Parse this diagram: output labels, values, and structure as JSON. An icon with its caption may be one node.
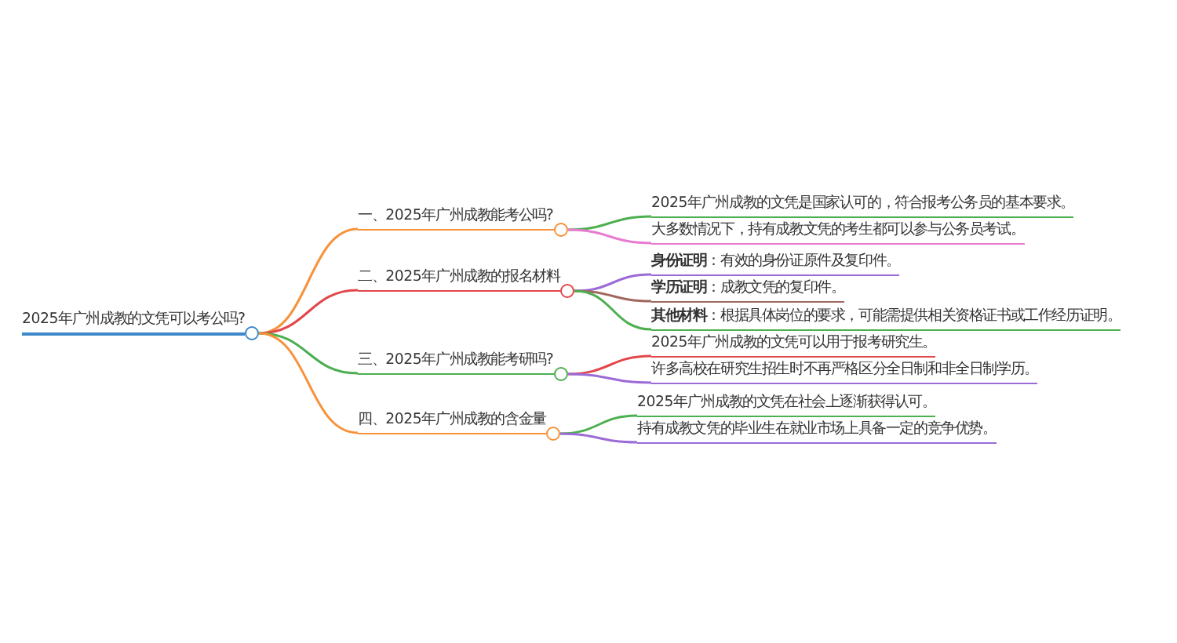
{
  "diagram": {
    "nodes": [
      {
        "text": [
          "2025年广州成教的文凭可以考公吗?"
        ]
      },
      {
        "text": [
          "一、2025年广州成教能考公吗?"
        ]
      },
      {
        "text": [
          "二、2025年广州成教的报名材料"
        ]
      },
      {
        "text": [
          "三、2025年广州成教能考研吗?"
        ]
      },
      {
        "text": [
          "四、2025年广州成教的含金量"
        ]
      },
      {
        "text": [
          "2025年广州成教的文凭是国家认可的，符合报考公务员的基本要求。"
        ]
      },
      {
        "text": [
          "大多数情况下，持有成教文凭的考生都可以参与公务员考试。"
        ]
      },
      {
        "text": [
          "**身份证明**：有效的身份证原件及复印件。"
        ]
      },
      {
        "text": [
          "**学历证明**：成教文凭的复印件。"
        ]
      },
      {
        "text": [
          "**其他材料**：根据具体岗位的要求，可能需提供相关资格证书或工作经历证明。"
        ]
      },
      {
        "text": [
          "2025年广州成教的文凭可以用于报考研究生。"
        ]
      },
      {
        "text": [
          "许多高校在研究生招生时不再严格区分全日制和非全日制学历。"
        ]
      },
      {
        "text": [
          "2025年广州成教的文凭在社会上逐渐获得认可。"
        ]
      },
      {
        "text": [
          "持有成教文凭的毕业生在就业市场上具备一定的竞争优势。"
        ]
      }
    ],
    "edges": [
      {
        "from": 0,
        "to": 1,
        "arrow": "none",
        "color": "#f7923a"
      },
      {
        "from": 0,
        "to": 2,
        "arrow": "none",
        "color": "#e2474b"
      },
      {
        "from": 0,
        "to": 3,
        "arrow": "none",
        "color": "#4caf50"
      },
      {
        "from": 0,
        "to": 4,
        "arrow": "none",
        "color": "#f7923a"
      },
      {
        "from": 1,
        "to": 5,
        "arrow": "none",
        "color": "#4caf50"
      },
      {
        "from": 1,
        "to": 6,
        "arrow": "none",
        "color": "#e87bd0"
      },
      {
        "from": 2,
        "to": 7,
        "arrow": "none",
        "color": "#9b6bd6"
      },
      {
        "from": 2,
        "to": 8,
        "arrow": "none",
        "color": "#a0685f"
      },
      {
        "from": 2,
        "to": 9,
        "arrow": "none",
        "color": "#4caf50"
      },
      {
        "from": 3,
        "to": 10,
        "arrow": "none",
        "color": "#e2474b"
      },
      {
        "from": 3,
        "to": 11,
        "arrow": "none",
        "color": "#9b6bd6"
      },
      {
        "from": 4,
        "to": 12,
        "arrow": "none",
        "color": "#4caf50"
      },
      {
        "from": 4,
        "to": 13,
        "arrow": "none",
        "color": "#9b6bd6"
      }
    ]
  }
}
